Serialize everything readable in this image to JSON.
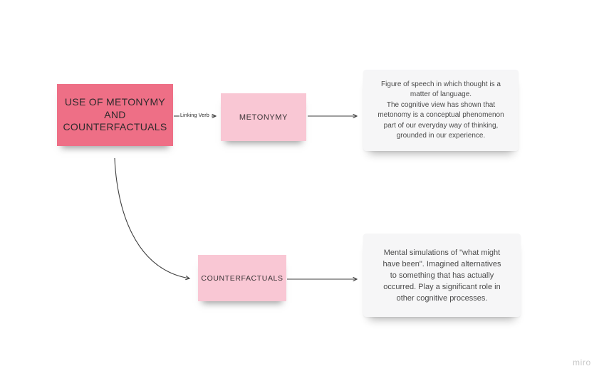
{
  "board": {
    "watermark": "miro"
  },
  "colors": {
    "main_note": "#ee6f86",
    "small_note": "#f9c7d4",
    "card": "#f6f6f7",
    "connector": "#3f3f3f",
    "watermark_gray": "#c8c8c8"
  },
  "nodes": {
    "main": {
      "label": "USE OF METONYMY\nAND\nCOUNTERFACTUALS"
    },
    "metonymy": {
      "label": "METONYMY"
    },
    "counterfactuals": {
      "label": "COUNTERFACTUALS"
    },
    "metonymy_description": {
      "text": "Figure of speech in which thought is a\nmatter of language.\nThe cognitive view has shown that\nmetonomy is a conceptual phenomenon\npart of our everyday way of thinking,\ngrounded in our experience."
    },
    "counterfactuals_description": {
      "text": "Mental simulations of \"what might\nhave been\". Imagined alternatives\nto something that has actually\noccurred. Play a significant role in\nother cognitive processes."
    }
  },
  "connectors": {
    "linking_verb_label": "Linking Verb"
  }
}
